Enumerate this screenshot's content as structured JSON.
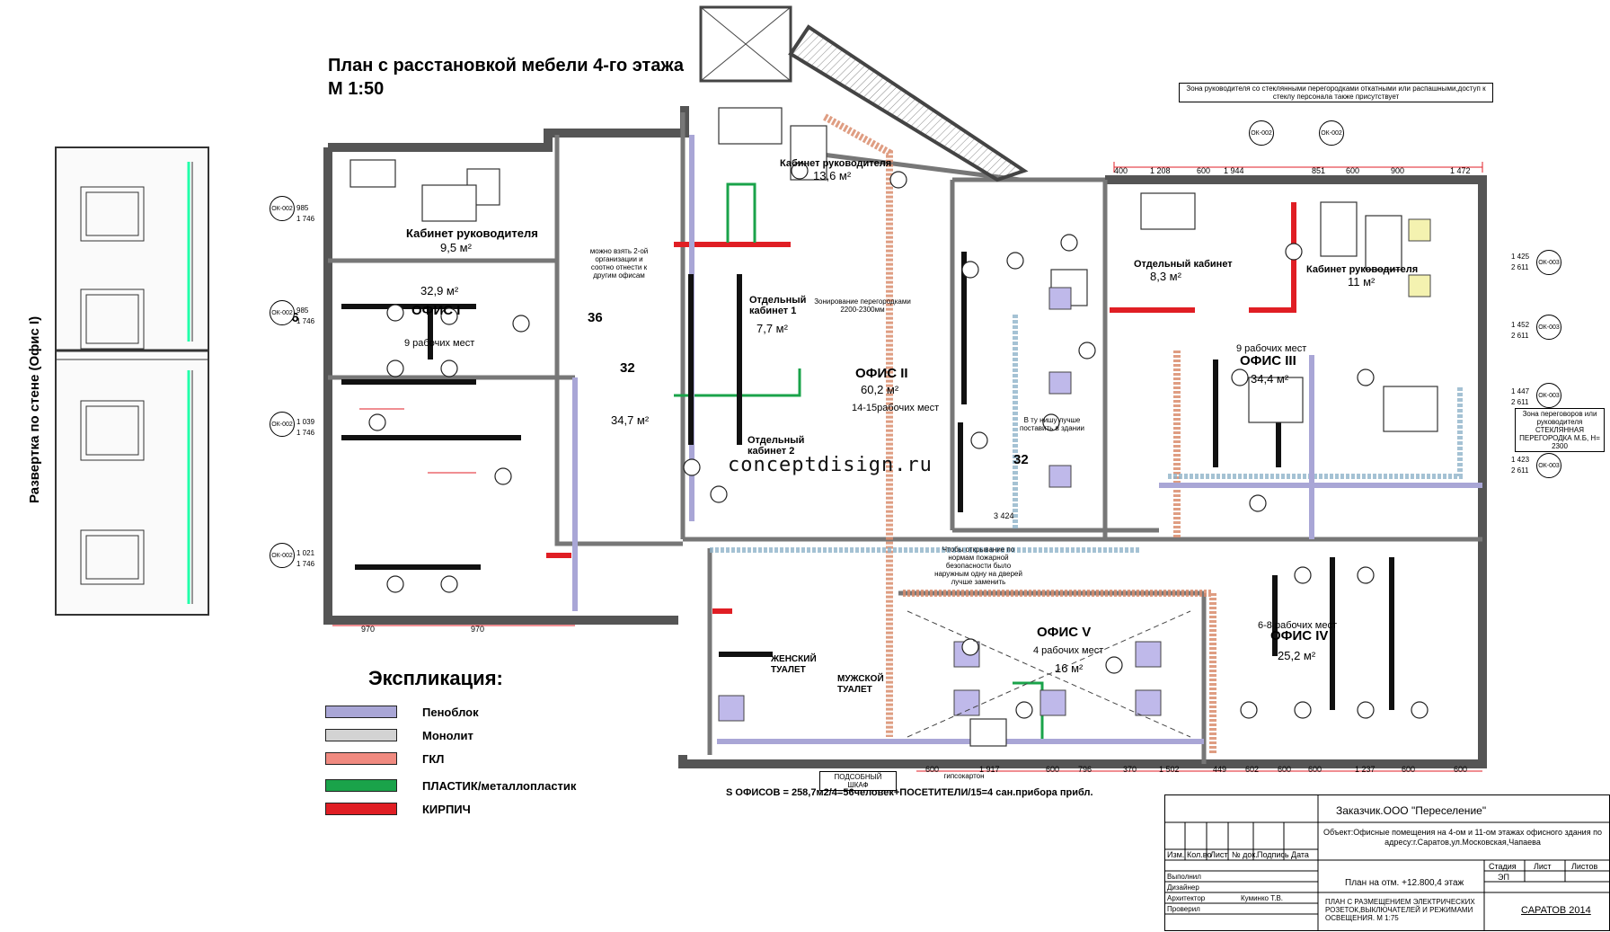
{
  "title": "План с расстановкой мебели 4-го этажа М 1:50",
  "side_label": "Развертка по стене (Офис I)",
  "watermark": "conceptdisign.ru",
  "rooms": {
    "kab_ruk_1": {
      "name": "Кабинет руководителя",
      "area": "9,5 м²"
    },
    "office1": {
      "area": "32,9 м²",
      "name": "ОФИС I",
      "seats": "9 рабочих мест"
    },
    "room34": {
      "area": "34,7 м²",
      "num32": "32",
      "num36": "36"
    },
    "kab_ruk_2": {
      "name": "Кабинет руководителя",
      "area": "13,6 м²"
    },
    "otd_kab_1": {
      "name": "Отдельный кабинет 1",
      "area": "7,7 м²"
    },
    "otd_kab_2": {
      "name": "Отдельный кабинет 2"
    },
    "office2": {
      "name": "ОФИС II",
      "area": "60,2 м²",
      "seats": "14-15рабочих мест"
    },
    "otd_kab_3": {
      "name": "Отдельный кабинет",
      "area": "8,3 м²"
    },
    "kab_ruk_3": {
      "name": "Кабинет руководителя",
      "area": "11 м²"
    },
    "office3": {
      "name": "ОФИС III",
      "area": "34,4 м²",
      "seats": "9 рабочих мест"
    },
    "office4": {
      "name": "ОФИС IV",
      "area": "25,2 м²",
      "seats": "6-8 рабочих мест"
    },
    "office5": {
      "name": "ОФИС V",
      "area": "16 м²",
      "seats": "4 рабочих мест"
    },
    "wc_f": {
      "name": "ЖЕНСКИЙ ТУАЛЕТ"
    },
    "wc_m": {
      "name": "МУЖСКОЙ ТУАЛЕТ"
    }
  },
  "notes": {
    "top_callout": "Зона руководителя со стеклянными перегородками откатными или распашными,доступ к стеклу персонала также присутствует",
    "right_callout": "Зона переговоров или руководителя СТЕКЛЯННАЯ ПЕРЕГОРОДКА М.Б, Н= 2300",
    "zoning": "Зонирование перегородками 2200-2300мм",
    "can_move": "можно взять 2-ой организации и соотно отнести к другим офисам",
    "safety": "Чтобы открывание по нормам пожарной безопасности было наружным одну на дверей лучше заменить",
    "niche": "В ту нишу лучше поставить в здании",
    "shelf": "ПОДСОБНЫЙ ШКАФ",
    "drywall": "гипсокартон",
    "dim_small": "3 424",
    "num_32b": "32",
    "num_36b": "36"
  },
  "legend": {
    "title": "Экспликация:",
    "items": [
      {
        "label": "Пеноблок",
        "color": "#a9a6d6"
      },
      {
        "label": "Монолит",
        "color": "#d3d3d3"
      },
      {
        "label": "ГКЛ",
        "color": "#f08a80"
      },
      {
        "label": "ПЛАСТИК/металлопластик",
        "color": "#1aa34a"
      },
      {
        "label": "КИРПИЧ",
        "color": "#e01e24"
      }
    ]
  },
  "area_note": "S ОФИСОВ = 258,7м2/4=56человек+ПОСЕТИТЕЛИ/15=4 сан.прибора прибл.",
  "stamp": {
    "customer": "Заказчик.ООО \"Переселение\"",
    "object": "Объект:Офисные помещения на 4-ом и 11-ом этажах офисного здания по адресу:г.Саратов,ул.Московская,Чапаева",
    "cols": [
      "Изм.",
      "Кол.во",
      "Лист",
      "№ док.",
      "Подпись",
      "Дата"
    ],
    "plan": "План на отм. +12.800,4 этаж",
    "stage_h": "Стадия",
    "sheet_h": "Лист",
    "sheets_h": "Листов",
    "stage": "ЭП",
    "roles": [
      "Выполнил",
      "Дизайнер",
      "Архитектор",
      "Проверил"
    ],
    "architect": "Куминко Т.В.",
    "sheet_title": "ПЛАН С РАЗМЕЩЕНИЕМ ЭЛЕКТРИЧЕСКИХ РОЗЕТОК,ВЫКЛЮЧАТЕЛЕЙ И РЕЖИМАМИ ОСВЕЩЕНИЯ. М 1:75",
    "city": "САРАТОВ 2014"
  },
  "axes": [
    "ОК-002",
    "ОК-002",
    "ОК-002",
    "ОК-002",
    "ОК-002",
    "ОК-002",
    "ОК-003",
    "ОК-003",
    "ОК-003",
    "ОК-003"
  ],
  "dims_top": [
    "400",
    "1 208",
    "600",
    "1 944",
    "851",
    "600",
    "900",
    "1 472"
  ],
  "dims_bottom": [
    "970",
    "970",
    "600",
    "1 917",
    "600",
    "796",
    "370",
    "1 502",
    "449",
    "602",
    "600",
    "600",
    "1 237",
    "600",
    "600"
  ],
  "dims_left": [
    "985",
    "1 746",
    "985",
    "1 746",
    "1 039",
    "1 746",
    "1 021",
    "1 746"
  ],
  "dims_right": [
    "1 425",
    "2 611",
    "1 452",
    "2 611",
    "1 447",
    "2 611",
    "1 423",
    "2 611"
  ]
}
